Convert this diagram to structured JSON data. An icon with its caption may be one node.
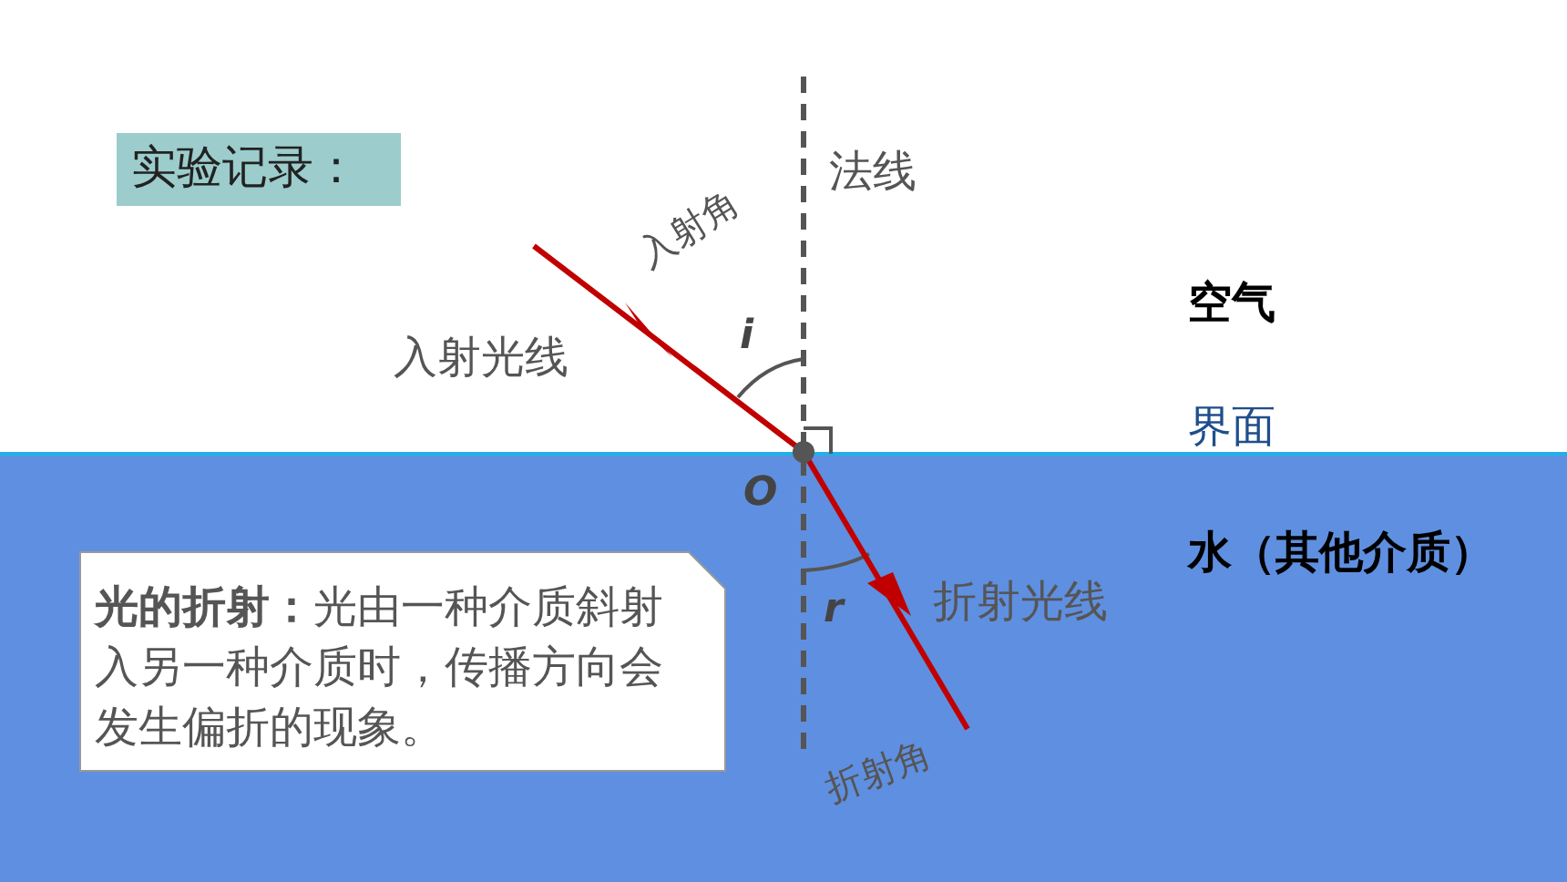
{
  "diagram": {
    "nodes": [
      {
        "text": [
          "实验记录："
        ]
      },
      {
        "text": [
          "**光的折射：**光由一种介质斜射入另一种介质时，传播方向会发生偏折的现象。"
        ]
      }
    ],
    "labels": [
      "法线",
      "入射角",
      "空气",
      "入射光线",
      "i",
      "界面",
      "O",
      "水（其他介质）",
      "r",
      "折射光线",
      "折射角"
    ]
  }
}
